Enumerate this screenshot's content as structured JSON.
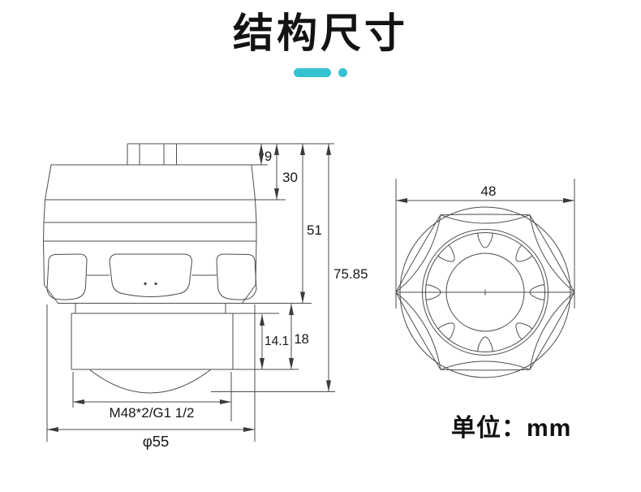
{
  "title": "结构尺寸",
  "unit_label": "单位：mm",
  "accent_color": "#35c2d1",
  "side_view": {
    "dims": {
      "connector_height": "9",
      "head_height": "30",
      "body_height": "51",
      "total_height": "75.85",
      "lower_height": "18",
      "thread_length": "14.1",
      "thread_spec": "M48*2/G1 1/2",
      "outer_diameter": "φ55"
    }
  },
  "top_view": {
    "dims": {
      "across_width": "48"
    }
  }
}
